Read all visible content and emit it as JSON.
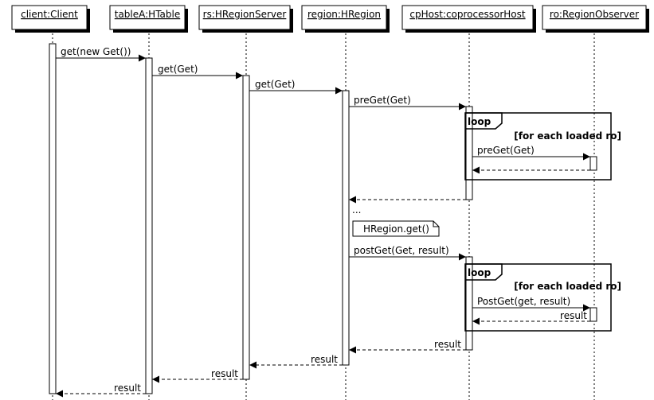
{
  "participants": [
    {
      "id": "client",
      "label": "client:Client"
    },
    {
      "id": "tableA",
      "label": "tableA:HTable"
    },
    {
      "id": "rs",
      "label": "rs:HRegionServer"
    },
    {
      "id": "region",
      "label": "region:HRegion"
    },
    {
      "id": "cpHost",
      "label": "cpHost:coprocessorHost"
    },
    {
      "id": "ro",
      "label": "ro:RegionObserver"
    }
  ],
  "messages": {
    "m1": "get(new Get())",
    "m2": "get(Get)",
    "m3": "get(Get)",
    "m4": "preGet(Get)",
    "m5": "preGet(Get)",
    "m8": "postGet(Get, result)",
    "m9": "PostGet(get, result)",
    "m10": "result",
    "m11": "result",
    "m12": "result",
    "m13": "result",
    "m14": "result"
  },
  "ellipsis": "...",
  "note": "HRegion.get()",
  "fragments": {
    "loop1": {
      "keyword": "loop",
      "guard": "[for each loaded ro]"
    },
    "loop2": {
      "keyword": "loop",
      "guard": "[for each loaded ro]"
    }
  }
}
